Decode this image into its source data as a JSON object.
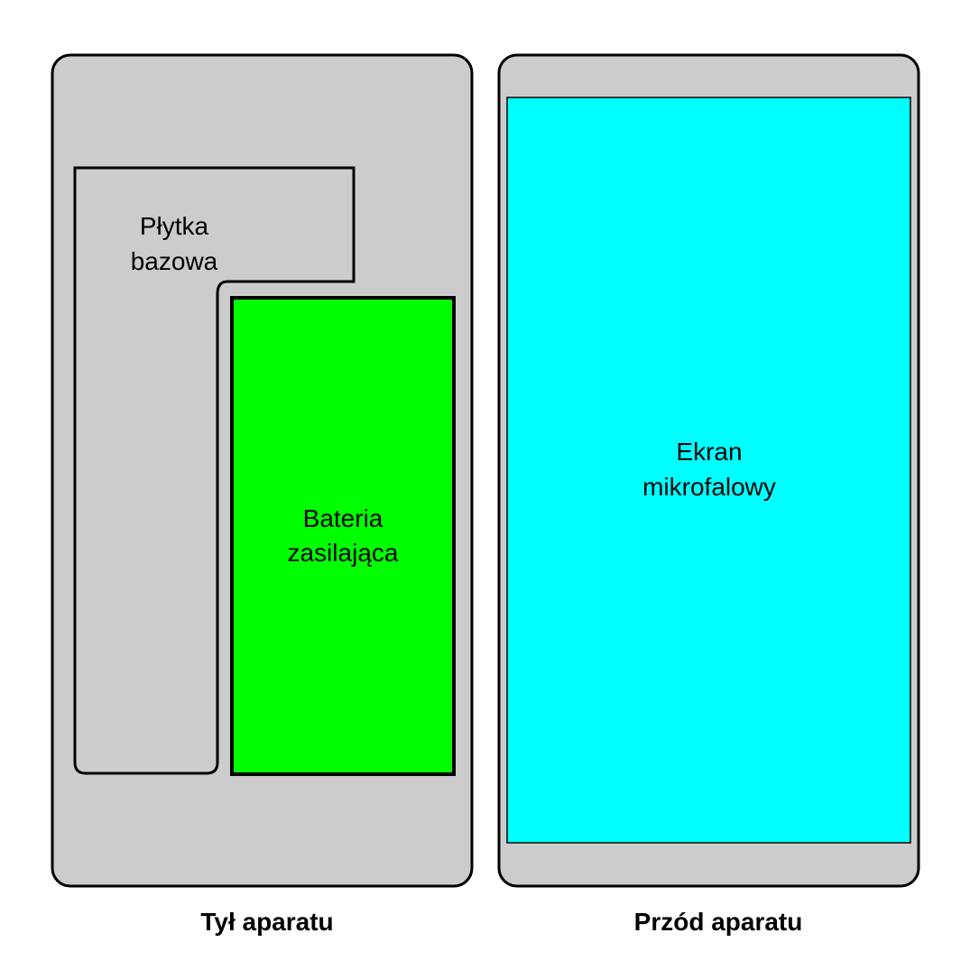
{
  "back_panel": {
    "caption": "Tył aparatu",
    "base_board": {
      "line1": "Płytka",
      "line2": "bazowa"
    },
    "battery": {
      "line1": "Bateria",
      "line2": "zasilająca"
    }
  },
  "front_panel": {
    "caption": "Przód aparatu",
    "screen": {
      "line1": "Ekran",
      "line2": "mikrofalowy"
    }
  },
  "colors": {
    "panel": "#cccccc",
    "battery": "#00ff00",
    "screen": "#00ffff",
    "outline": "#000000"
  }
}
